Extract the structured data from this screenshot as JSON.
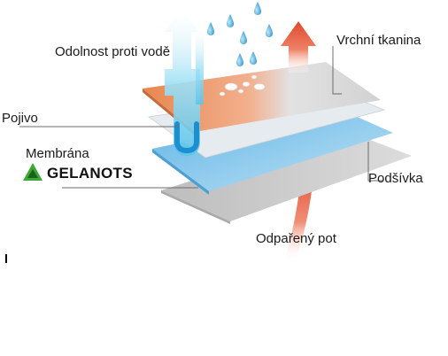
{
  "diagram": {
    "labels": {
      "water_resistance": "Odolnost proti vodě",
      "outer_fabric": "Vrchní tkanina",
      "binder": "Pojivo",
      "membrane": "Membrána",
      "lining": "Podšívka",
      "evaporated_sweat": "Odpařený pot"
    },
    "brand_name": "GELANOTS"
  },
  "colors": {
    "outer_fabric": "#f0a27a",
    "outer_fabric_edge": "#d6d6d6",
    "binder_layer": "#d8dde2",
    "membrane": "#8cc8ea",
    "lining": "#c4c4c4",
    "water_arrow": "#7fd4f0",
    "sweat_arrow": "#e85a40",
    "water_drop": "#3ea7d8",
    "brand_logo": "#3aaa35"
  },
  "icons": {
    "water_drop": "water-drop-icon",
    "brand_logo": "triangle-logo-icon",
    "water_arrow": "arrow-down-icon",
    "sweat_arrow": "arrow-up-icon"
  }
}
